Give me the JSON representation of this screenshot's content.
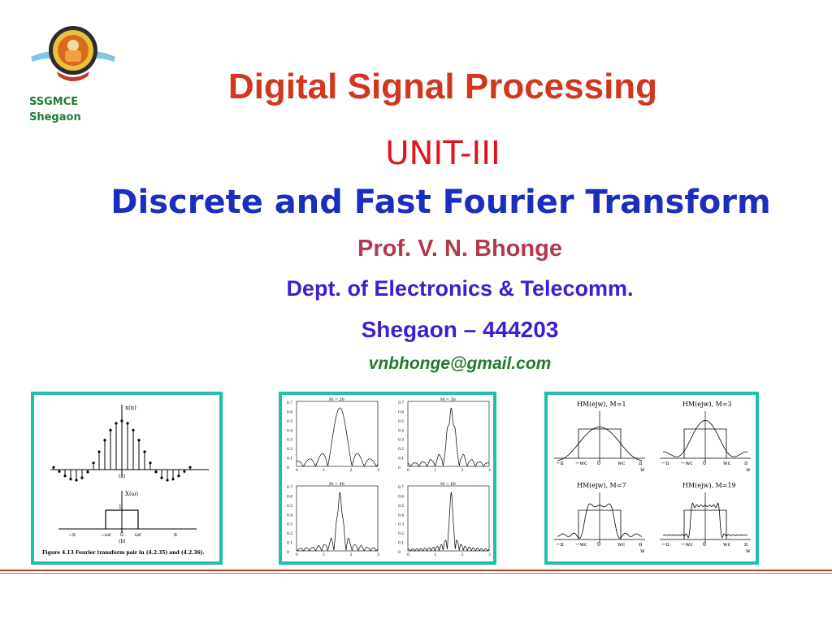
{
  "header": {
    "institute_line1": "SSGMCE",
    "institute_line2": "Shegaon"
  },
  "title": "Digital Signal Processing",
  "unit": "UNIT-III",
  "subtitle": "Discrete and Fast Fourier Transform",
  "author": {
    "name": "Prof. V. N. Bhonge",
    "department": "Dept. of Electronics & Telecomm.",
    "city": "Shegaon – 444203",
    "email": "vnbhonge@gmail.com"
  },
  "figures": {
    "left": {
      "top_axis_label": "x(n)",
      "bottom_axis_label": "X(ω)",
      "ticks_bottom": [
        "−π",
        "−ωc",
        "0",
        "ωc",
        "π"
      ],
      "caption": "Figure 4.13   Fourier transform pair in (4.2.35) and (4.2.36)."
    },
    "middle": {
      "plots": [
        {
          "label": "M = 20"
        },
        {
          "label": "M = 30"
        },
        {
          "label": "M = 40"
        },
        {
          "label": "M = 60"
        }
      ],
      "yticks": [
        "0.7",
        "0.6",
        "0.5",
        "0.4",
        "0.3",
        "0.2",
        "0.1",
        "0"
      ],
      "xticks": [
        "0",
        "1",
        "2",
        "3"
      ]
    },
    "right": {
      "plots": [
        {
          "label": "HM(ejw), M=1"
        },
        {
          "label": "HM(ejw), M=3"
        },
        {
          "label": "HM(ejw), M=7"
        },
        {
          "label": "HM(ejw), M=19"
        }
      ],
      "xticks": [
        "−π",
        "−wc",
        "0",
        "wc",
        "π"
      ],
      "xlabel": "w"
    }
  }
}
